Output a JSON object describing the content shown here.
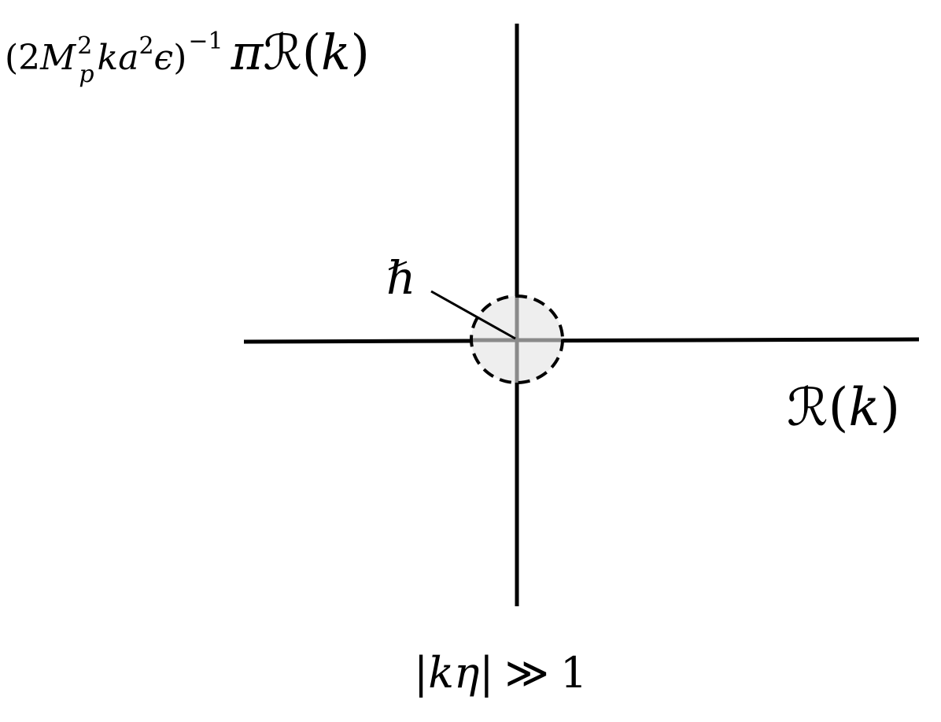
{
  "diagram": {
    "y_axis_label": {
      "prefix_open": "(2",
      "M": "M",
      "M_sup": "2",
      "M_sub": "p",
      "k": "k",
      "a": "a",
      "a_sup": "2",
      "eps": "ϵ",
      "close": ")",
      "exponent": "−1",
      "pi": "π",
      "R": "ℛ",
      "arg_open": "(",
      "arg_k": "k",
      "arg_close": ")"
    },
    "x_axis_label": {
      "R": "ℛ",
      "arg_open": "(",
      "arg_k": "k",
      "arg_close": ")"
    },
    "uncertainty_label": "ℏ",
    "caption": {
      "bar_open": "|",
      "k": "k",
      "eta": "η",
      "bar_close": "|",
      "relation": "≫",
      "value": "1"
    },
    "colors": {
      "axis": "#000000",
      "circle_fill": "#eeeeee",
      "circle_stroke": "#000000",
      "inner_axis": "#8a8a8a"
    }
  }
}
